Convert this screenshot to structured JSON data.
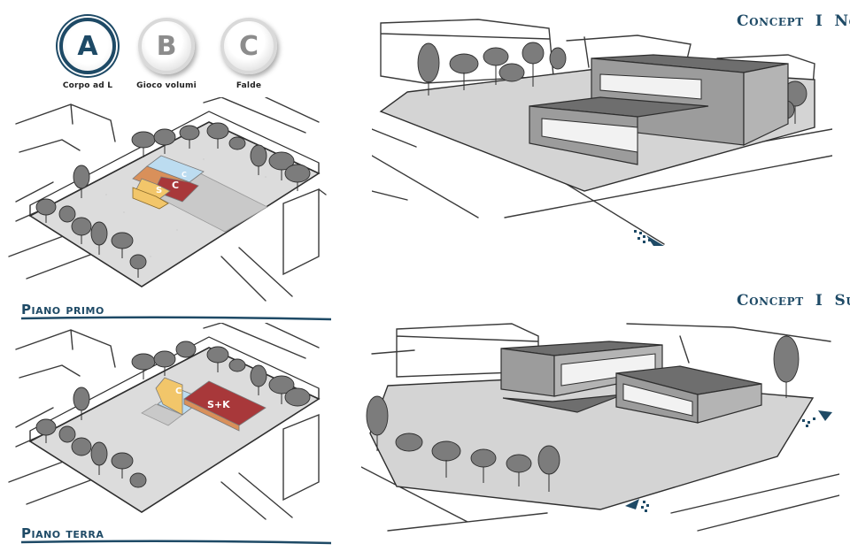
{
  "options": [
    {
      "letter": "A",
      "label": "Corpo ad L",
      "active": true
    },
    {
      "letter": "B",
      "label": "Gioco volumi",
      "active": false
    },
    {
      "letter": "C",
      "label": "Falde",
      "active": false
    }
  ],
  "plans": {
    "first_floor": {
      "title": "Piano primo",
      "tags": [
        "S",
        "C",
        "C"
      ]
    },
    "ground_floor": {
      "title": "Piano terra",
      "tags": [
        "C",
        "S+K"
      ]
    }
  },
  "concepts": {
    "north": {
      "title": "Concept",
      "separator": "I",
      "direction": "Nord"
    },
    "south": {
      "title": "Concept",
      "separator": "I",
      "direction": "Sud"
    }
  },
  "colors": {
    "accent": "#1e4a66",
    "block_yellow": "#f2c66a",
    "block_orange": "#d9905a",
    "block_red": "#a8383a",
    "block_blue": "#bcdcf0",
    "block_shadow": "#c2c2c2",
    "ground": "#d4d4d4",
    "building_roof": "#6e6e6e",
    "building_side": "#9c9c9c",
    "glazing": "#f2f2f2"
  },
  "icons": [
    "north-arrow-icon",
    "south-arrow-icon",
    "tree-icon"
  ]
}
